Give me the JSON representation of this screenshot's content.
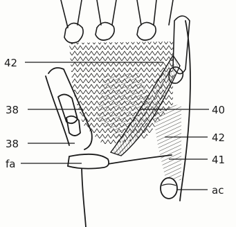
{
  "labels": {
    "l42_top": "42",
    "l38_upper": "38",
    "l38_lower": "38",
    "l_fa": "fa",
    "l40": "40",
    "l42_right": "42",
    "l41": "41",
    "l_ac": "ac"
  }
}
